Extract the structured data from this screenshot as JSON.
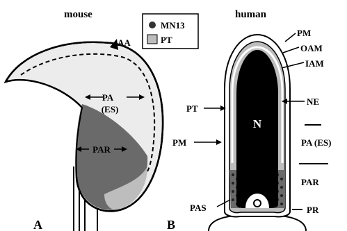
{
  "panel_a": {
    "title": "mouse",
    "panel_letter": "A",
    "labels": {
      "aa": "AA",
      "pa": "PA",
      "es": "(ES)",
      "par": "PAR"
    }
  },
  "panel_b": {
    "title": "human",
    "panel_letter": "B",
    "labels": {
      "pm_top": "PM",
      "oam": "OAM",
      "iam": "IAM",
      "pt": "PT",
      "ne": "NE",
      "n": "N",
      "pm_left": "PM",
      "pa_es": "PA (ES)",
      "par": "PAR",
      "pas": "PAS",
      "pr": "PR"
    }
  },
  "legend": {
    "items": [
      {
        "label": "MN13",
        "symbol": "dot",
        "color": "#333333"
      },
      {
        "label": "PT",
        "symbol": "square",
        "color": "#bdbdbd"
      }
    ]
  },
  "colors": {
    "acrosome_light": "#ececec",
    "mn13_dark": "#6a6a6a",
    "pt_gray": "#bdbdbd",
    "nucleus": "#000000"
  }
}
